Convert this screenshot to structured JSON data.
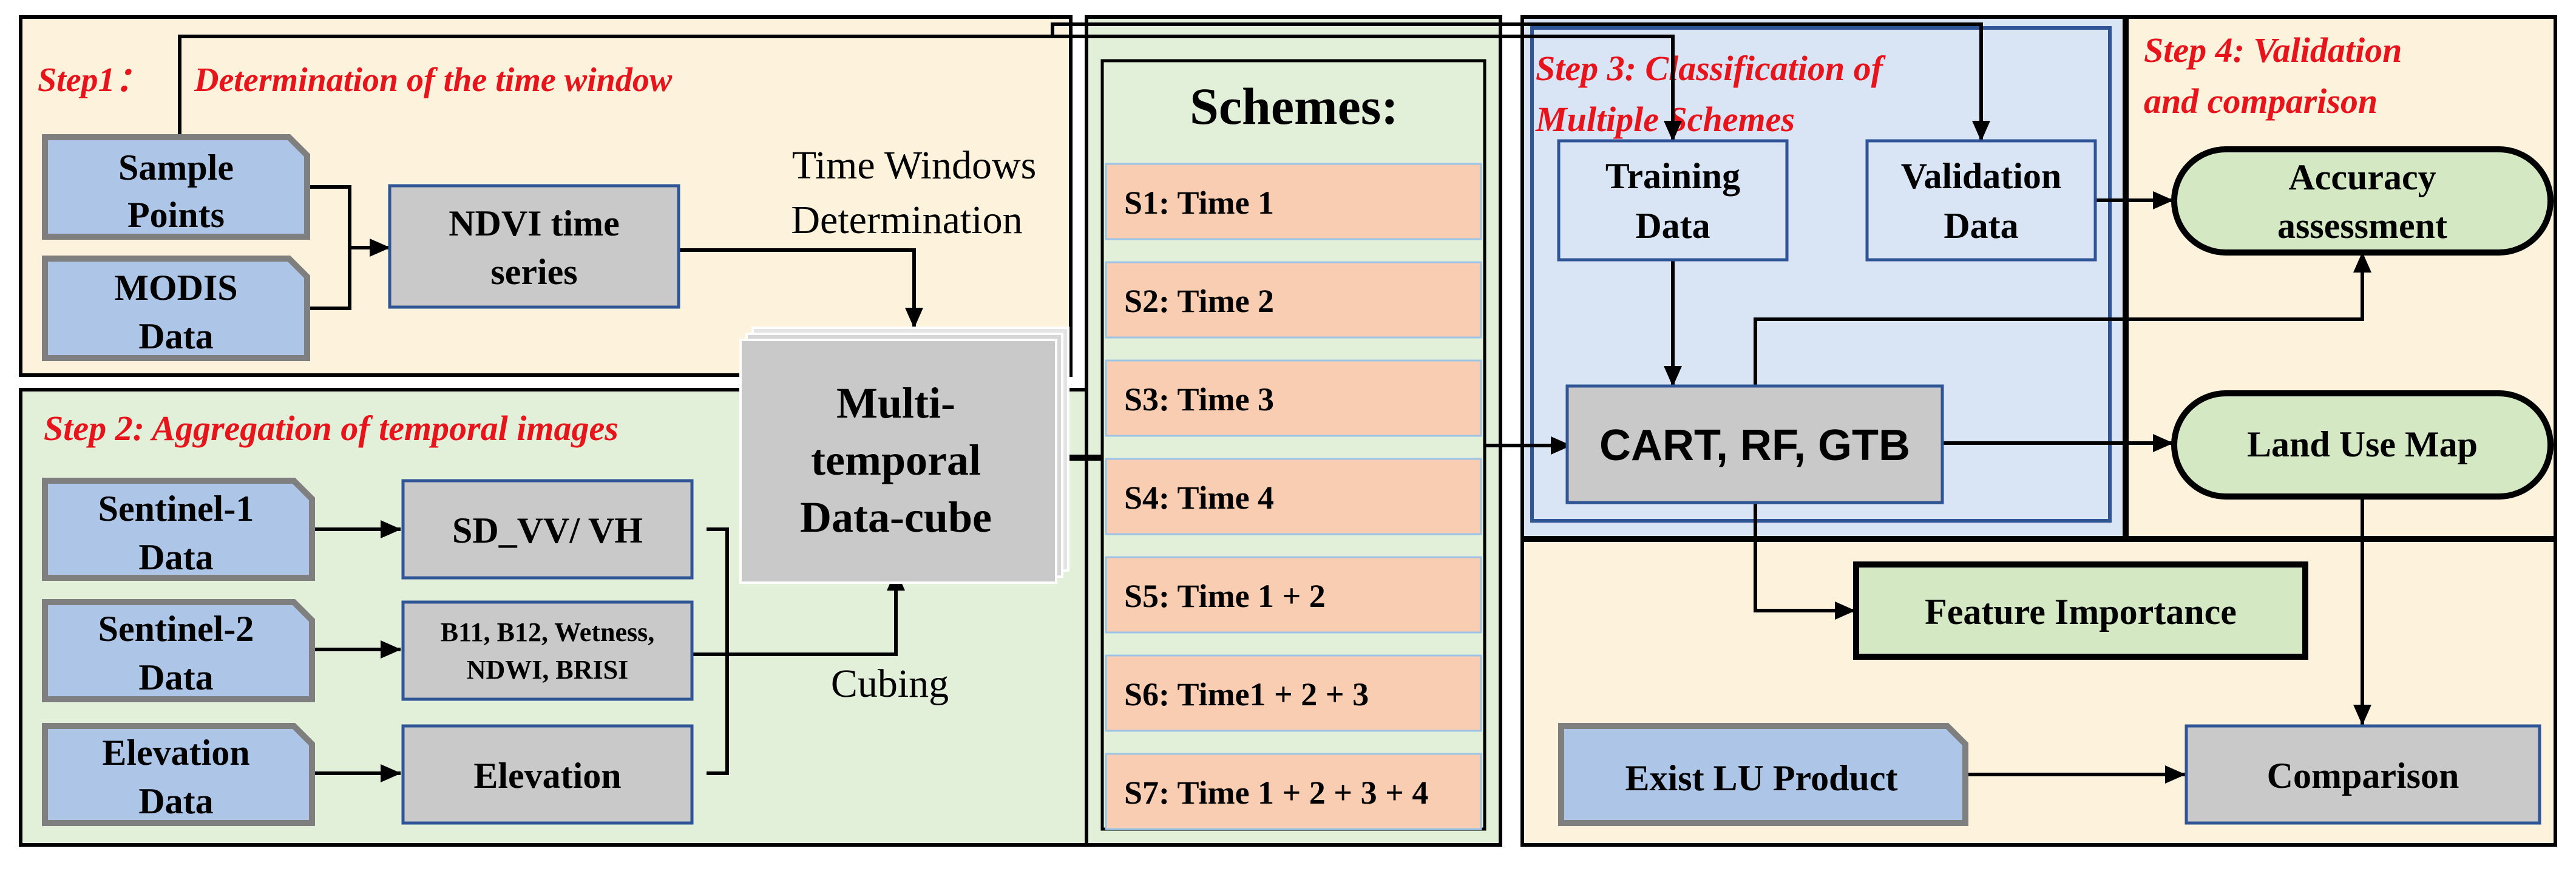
{
  "steps": {
    "step1_num": "Step1：",
    "step1_title": "Determination of the time window",
    "step2": "Step 2: Aggregation of temporal images",
    "step3_line1": "Step 3: Classification of",
    "step3_line2": "Multiple Schemes",
    "step4_line1": "Step 4: Validation",
    "step4_line2": "and comparison"
  },
  "inputs": {
    "sample_points": [
      "Sample",
      "Points"
    ],
    "modis": [
      "MODIS",
      "Data"
    ],
    "sentinel1": [
      "Sentinel-1",
      "Data"
    ],
    "sentinel2": [
      "Sentinel-2",
      "Data"
    ],
    "elevation_data": [
      "Elevation",
      "Data"
    ],
    "exist_lu": "Exist LU Product"
  },
  "processes": {
    "ndvi": [
      "NDVI time",
      "series"
    ],
    "sd_vv_vh": "SD_VV/ VH",
    "s2_features": [
      "B11, B12, Wetness,",
      "NDWI, BRISI"
    ],
    "elevation": "Elevation",
    "datacube": [
      "Multi-",
      "temporal",
      "Data-cube"
    ],
    "training": [
      "Training",
      "Data"
    ],
    "validation": [
      "Validation",
      "Data"
    ],
    "classifier": "CART, RF, GTB",
    "feature_importance": "Feature Importance",
    "comparison": "Comparison"
  },
  "outputs": {
    "accuracy": [
      "Accuracy",
      "assessment"
    ],
    "land_use_map": "Land Use Map"
  },
  "annotations": {
    "time_windows": [
      "Time Windows",
      "Determination"
    ],
    "cubing": "Cubing"
  },
  "schemes": {
    "title": "Schemes:",
    "items": [
      "S1: Time 1",
      "S2: Time 2",
      "S3: Time 3",
      "S4: Time 4",
      "S5: Time 1 + 2",
      "S6: Time1 + 2 + 3",
      "S7: Time 1 + 2 + 3 + 4"
    ]
  },
  "colors": {
    "step1_bg": "#fdf2dc",
    "step2_bg": "#e2f0d9",
    "step3_bg": "#d9e4f5",
    "step4_bg": "#fdf2dc",
    "input_fill": "#adc6e8",
    "process_fill": "#c9c9c9",
    "output_fill": "#d4e8c3",
    "scheme_fill": "#f9cdb1",
    "step_text": "#e8141c",
    "box_border": "#2f5597"
  }
}
